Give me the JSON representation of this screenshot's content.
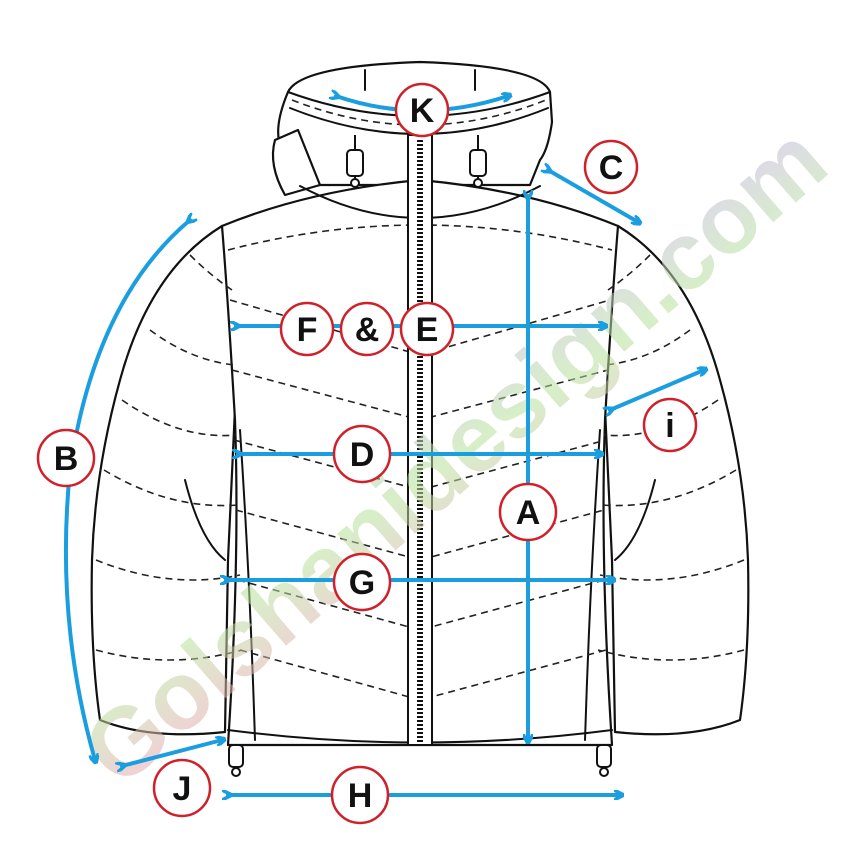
{
  "colors": {
    "arrow": "#1a9ee0",
    "badge_border": "#d0202a",
    "outline": "#111111",
    "watermark_start": "#f29bb8",
    "watermark_mid": "#b6e39a",
    "watermark_end": "#c9a7f2"
  },
  "labels": {
    "k": "K",
    "c": "C",
    "f": "F",
    "amp": "&",
    "e": "E",
    "i": "i",
    "b": "B",
    "d": "D",
    "a": "A",
    "g": "G",
    "j": "J",
    "h": "H"
  },
  "watermark": "Golshanidesign.com"
}
